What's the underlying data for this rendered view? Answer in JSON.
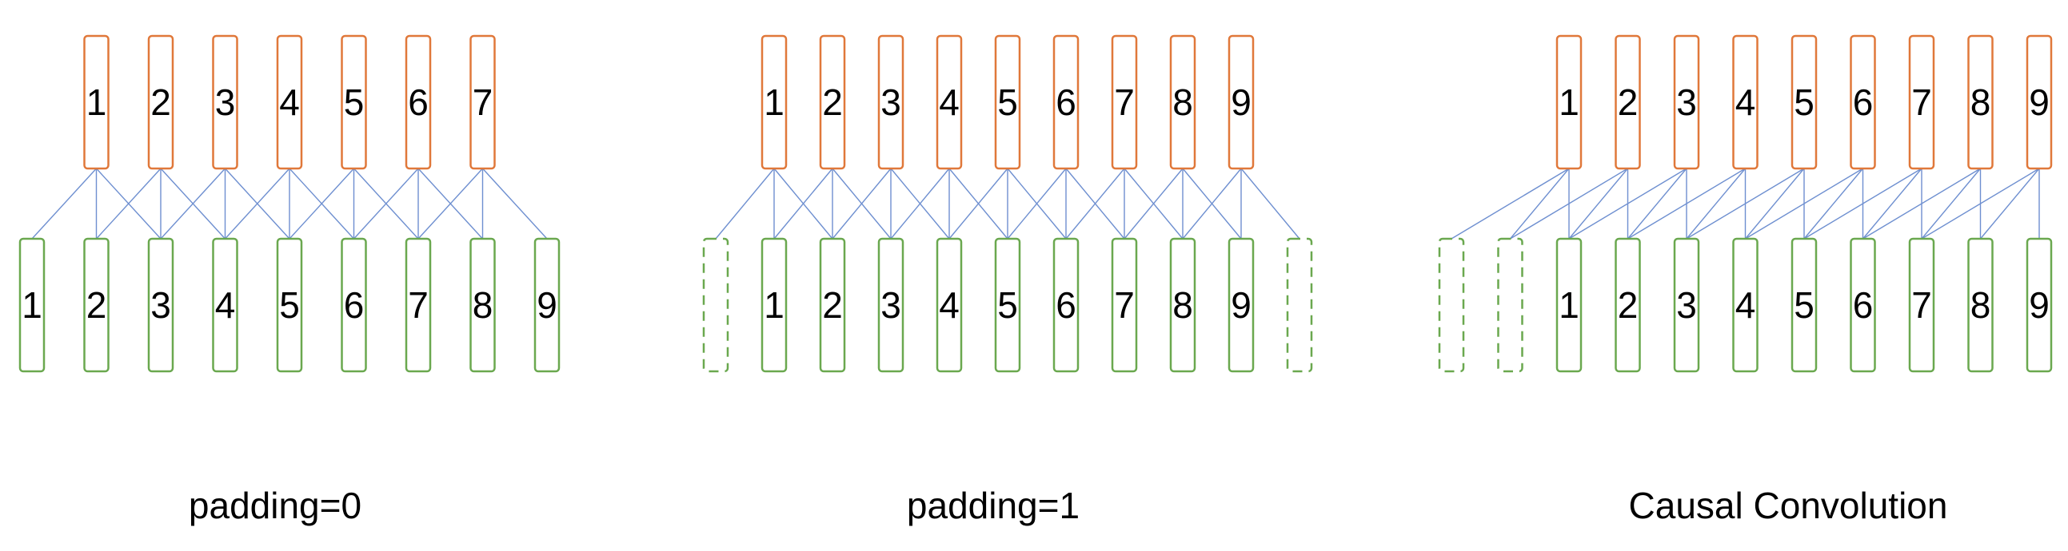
{
  "colors": {
    "output_stroke": "#E0783A",
    "input_stroke": "#6AA84F",
    "connection": "#6E8FD0",
    "background": "#FFFFFF",
    "text": "#000000"
  },
  "panels": [
    {
      "caption": "padding=0",
      "outputs": [
        "1",
        "2",
        "3",
        "4",
        "5",
        "6",
        "7"
      ],
      "inputs": [
        "1",
        "2",
        "3",
        "4",
        "5",
        "6",
        "7",
        "8",
        "9"
      ],
      "left_padding": 0,
      "right_padding": 0,
      "kernel_size": 3
    },
    {
      "caption": "padding=1",
      "outputs": [
        "1",
        "2",
        "3",
        "4",
        "5",
        "6",
        "7",
        "8",
        "9"
      ],
      "inputs": [
        "1",
        "2",
        "3",
        "4",
        "5",
        "6",
        "7",
        "8",
        "9"
      ],
      "left_padding": 1,
      "right_padding": 1,
      "kernel_size": 3
    },
    {
      "caption": "Causal Convolution",
      "outputs": [
        "1",
        "2",
        "3",
        "4",
        "5",
        "6",
        "7",
        "8",
        "9"
      ],
      "inputs": [
        "1",
        "2",
        "3",
        "4",
        "5",
        "6",
        "7",
        "8",
        "9"
      ],
      "left_padding": 2,
      "right_padding": 0,
      "kernel_size": 3
    }
  ]
}
